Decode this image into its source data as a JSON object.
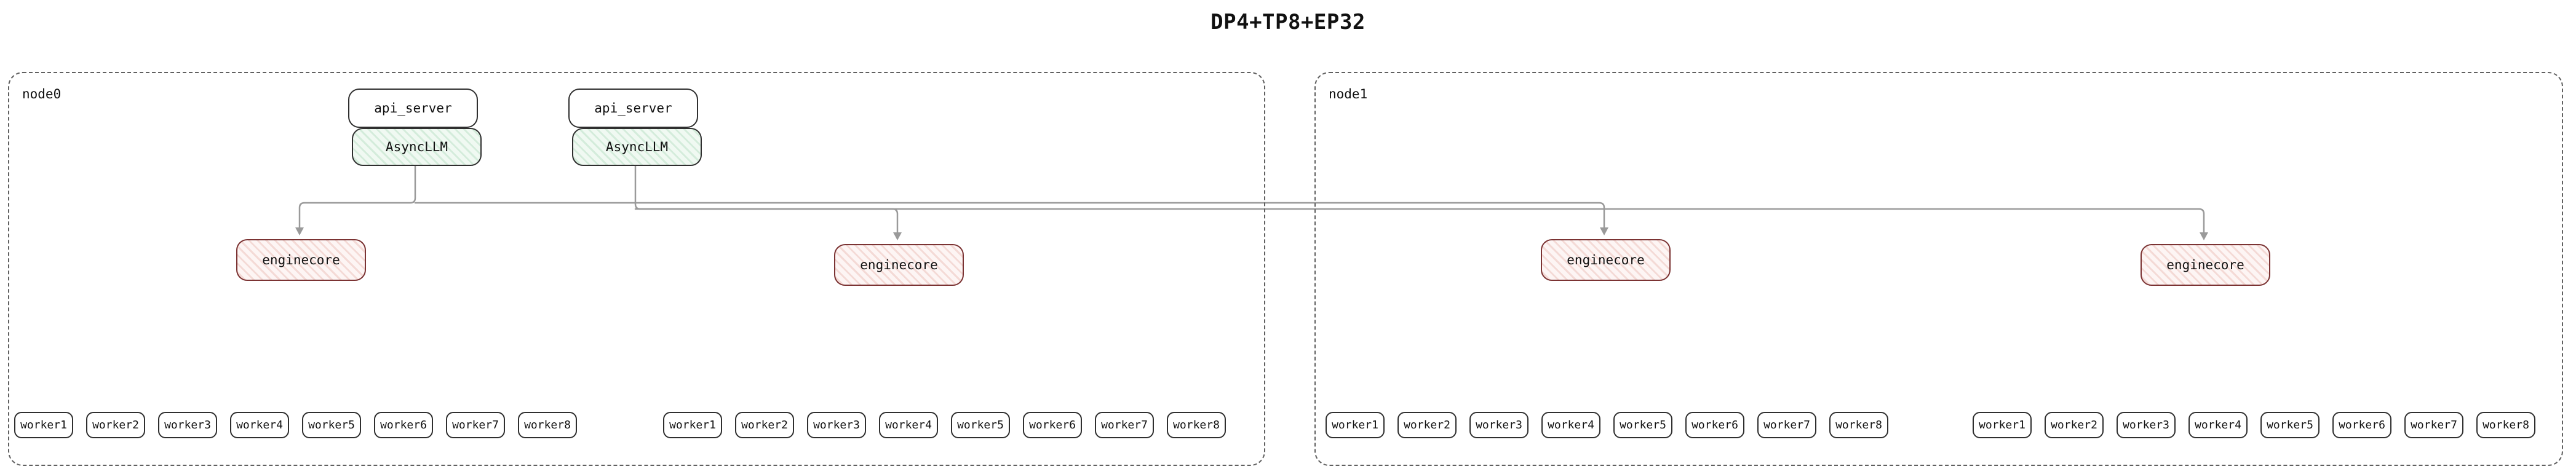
{
  "title": "DP4+TP8+EP32",
  "node0": {
    "label": "node0",
    "api_server_1": "api_server",
    "api_server_2": "api_server",
    "asyncllm_1": "AsyncLLM",
    "asyncllm_2": "AsyncLLM",
    "enginecore_1": "enginecore",
    "enginecore_2": "enginecore",
    "workers_group1": [
      "worker1",
      "worker2",
      "worker3",
      "worker4",
      "worker5",
      "worker6",
      "worker7",
      "worker8"
    ],
    "workers_group2": [
      "worker1",
      "worker2",
      "worker3",
      "worker4",
      "worker5",
      "worker6",
      "worker7",
      "worker8"
    ]
  },
  "node1": {
    "label": "node1",
    "enginecore_1": "enginecore",
    "enginecore_2": "enginecore",
    "workers_group1": [
      "worker1",
      "worker2",
      "worker3",
      "worker4",
      "worker5",
      "worker6",
      "worker7",
      "worker8"
    ],
    "workers_group2": [
      "worker1",
      "worker2",
      "worker3",
      "worker4",
      "worker5",
      "worker6",
      "worker7",
      "worker8"
    ]
  },
  "colors": {
    "background": "#ffffff",
    "text": "#111111",
    "box_border": "#2f2f2f",
    "node_border": "#606060",
    "enginecore_border": "#7b3333",
    "asyncllm_fill": "#f0f9f2",
    "asyncllm_stripe": "#d4ecdb",
    "enginecore_fill": "#fdf5f4",
    "enginecore_stripe": "#f4dad6",
    "connector": "#9a9a9a"
  }
}
